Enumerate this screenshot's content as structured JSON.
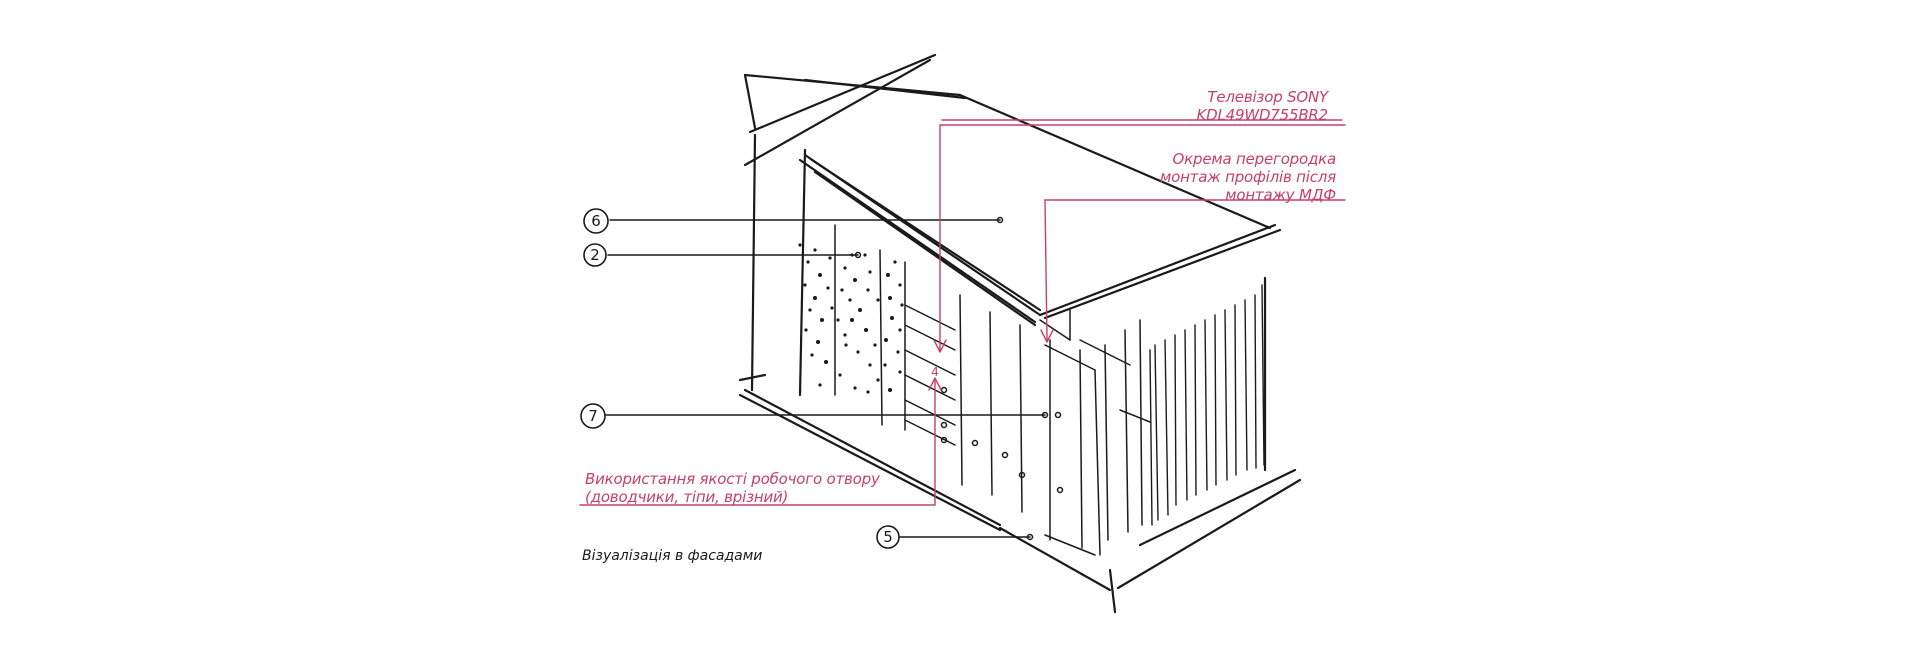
{
  "annotations": {
    "tv_line1": "Телевізор SONY",
    "tv_line2": "KDL49WD755BR2",
    "partition_line1": "Окрема перегородка",
    "partition_line2": "монтаж профілів після",
    "partition_line3": "монтажу МДФ",
    "depth_line1": "Використання якості робочого отвору",
    "depth_line2": "(доводчики, тіпи, врізний)",
    "caption": "Візуалізація в фасадами"
  },
  "callouts": {
    "c6": "6",
    "c2": "2",
    "c7": "7",
    "c5": "5",
    "c4": "4"
  },
  "colors": {
    "ink": "#1a1a1a",
    "accent": "#c6406a"
  }
}
